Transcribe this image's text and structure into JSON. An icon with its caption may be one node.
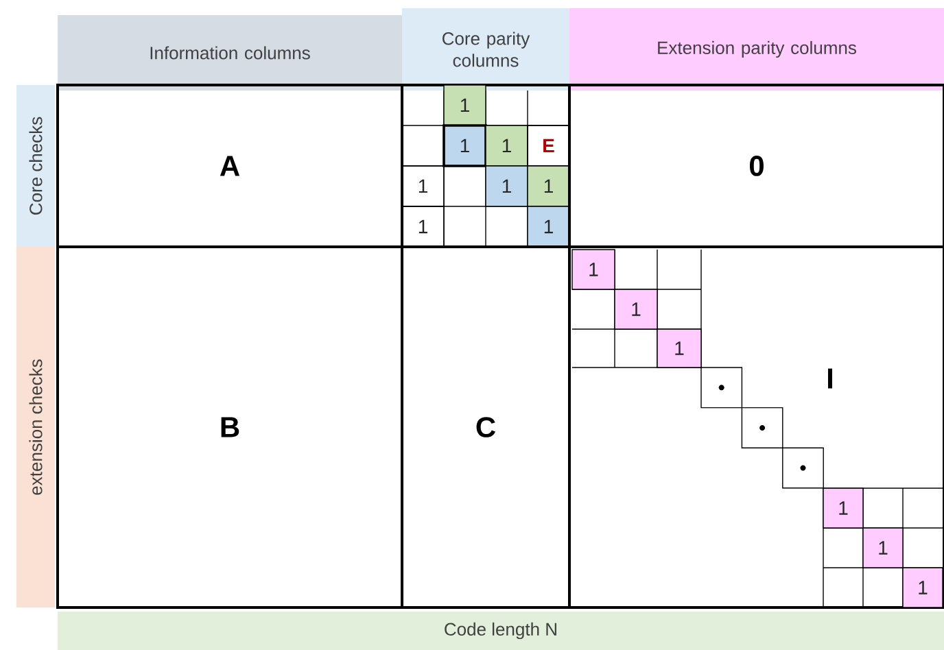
{
  "diagram": {
    "nodes": [
      {
        "text": [
          "Information columns"
        ]
      },
      {
        "text": [
          "Core parity columns"
        ]
      },
      {
        "text": [
          "Extension parity columns"
        ]
      },
      {
        "text": [
          "Core checks"
        ]
      },
      {
        "text": [
          "A"
        ]
      },
      {
        "text": [],
        "shape": "box"
      },
      {
        "text": [
          "1"
        ],
        "in": 5
      },
      {
        "text": [
          "1"
        ],
        "in": 5
      },
      {
        "text": [
          "1"
        ],
        "in": 5
      },
      {
        "text": [
          "E"
        ],
        "in": 5
      },
      {
        "text": [
          "1"
        ],
        "in": 5
      },
      {
        "text": [
          "1"
        ],
        "in": 5
      },
      {
        "text": [
          "1"
        ],
        "in": 5
      },
      {
        "text": [
          "1"
        ],
        "in": 5
      },
      {
        "text": [
          "1"
        ],
        "in": 5
      },
      {
        "text": [
          "0"
        ]
      },
      {
        "text": [
          "extension checks"
        ]
      },
      {
        "text": [
          "B"
        ]
      },
      {
        "text": [
          "C"
        ]
      },
      {
        "text": [
          "I"
        ]
      },
      {
        "text": [
          "1"
        ],
        "in": 19
      },
      {
        "text": [
          "1"
        ],
        "in": 19
      },
      {
        "text": [
          "1"
        ],
        "in": 19
      },
      {
        "text": [
          "1"
        ],
        "in": 19
      },
      {
        "text": [
          "1"
        ],
        "in": 19
      },
      {
        "text": [
          "1"
        ],
        "in": 19
      },
      {
        "text": [
          "Code length N"
        ]
      }
    ]
  }
}
